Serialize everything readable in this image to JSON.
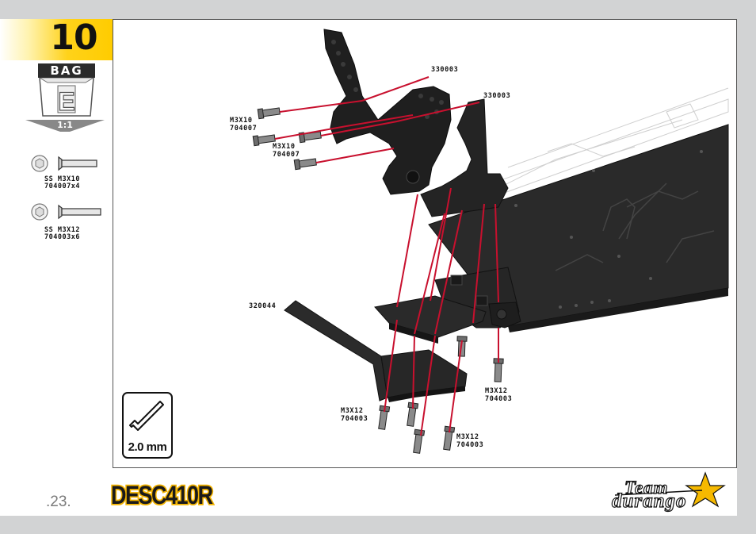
{
  "step": {
    "number": "10"
  },
  "bag": {
    "label": "BAG",
    "letter": "E"
  },
  "scale": {
    "label": "1:1"
  },
  "parts": [
    {
      "name": "SS M3X10",
      "code": "704007x4"
    },
    {
      "name": "SS M3X12",
      "code": "704003x6"
    }
  ],
  "callouts": {
    "shock_tower_top": "330003",
    "shock_tower_mid": "330003",
    "screw_m3x10_a": "M3X10\n704007",
    "screw_m3x10_b": "M3X10\n704007",
    "bumper": "320044",
    "screw_m3x12_right": "M3X12\n704003",
    "screw_m3x12_left": "M3X12\n704003",
    "screw_m3x12_bottom": "M3X12\n704003"
  },
  "tool": {
    "size": "2.0 mm"
  },
  "footer": {
    "page_number": ".23.",
    "model_logo": "DESC410R",
    "brand_logo_line1": "Team",
    "brand_logo_line2": "durango"
  },
  "colors": {
    "accent_yellow": "#ffcc00",
    "guide_line_red": "#c8102e",
    "part_black": "#1c1c1c",
    "page_grey": "#d2d3d4"
  }
}
